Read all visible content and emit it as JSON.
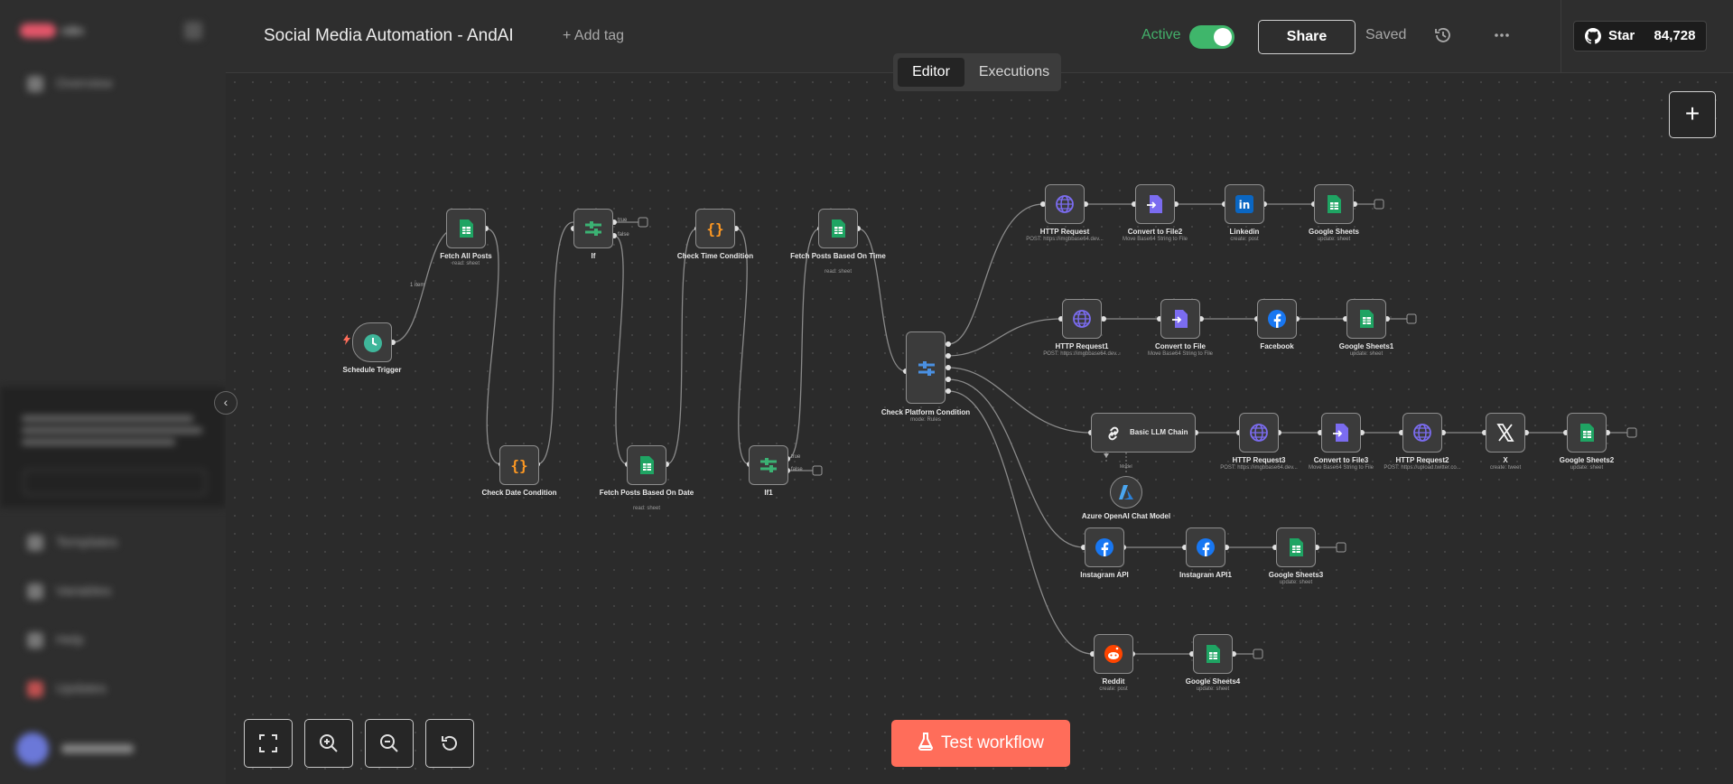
{
  "header": {
    "workflow_title": "Social Media Automation - AndAI",
    "add_tag": "+ Add tag",
    "active_label": "Active",
    "active": true,
    "share_label": "Share",
    "saved_label": "Saved",
    "github_star": "Star",
    "github_count": "84,728"
  },
  "tabs": {
    "editor": "Editor",
    "executions": "Executions",
    "selected": "Editor"
  },
  "edge_labels": {
    "one_item": "1 item",
    "true": "true",
    "false": "false",
    "model": "Model"
  },
  "nodes": {
    "schedule_trigger": {
      "label": "Schedule Trigger"
    },
    "fetch_all_posts": {
      "label": "Fetch All Posts",
      "sub": "read: sheet"
    },
    "check_date_condition": {
      "label": "Check Date Condition"
    },
    "if": {
      "label": "If"
    },
    "fetch_posts_date": {
      "label": "Fetch Posts Based On Date",
      "sub": "read: sheet"
    },
    "check_time_condition": {
      "label": "Check Time Condition"
    },
    "if1": {
      "label": "If1"
    },
    "fetch_posts_time": {
      "label": "Fetch Posts Based On Time",
      "sub": "read: sheet"
    },
    "check_platform": {
      "label": "Check Platform Condition",
      "sub": "mode: Rules"
    },
    "http_request": {
      "label": "HTTP Request",
      "sub": "POST: https://imgbbase64.dev..."
    },
    "convert_file2": {
      "label": "Convert to File2",
      "sub": "Move Base64 String to File"
    },
    "linkedin": {
      "label": "Linkedin",
      "sub": "create: post"
    },
    "google_sheets": {
      "label": "Google Sheets",
      "sub": "update: sheet"
    },
    "http_request1": {
      "label": "HTTP Request1",
      "sub": "POST: https://imgbbase64.dev..."
    },
    "convert_file": {
      "label": "Convert to File",
      "sub": "Move Base64 String to File"
    },
    "facebook": {
      "label": "Facebook"
    },
    "google_sheets1": {
      "label": "Google Sheets1",
      "sub": "update: sheet"
    },
    "basic_llm_chain": {
      "label": "Basic LLM Chain"
    },
    "http_request3": {
      "label": "HTTP Request3",
      "sub": "POST: https://imgbbase64.dev..."
    },
    "convert_file3": {
      "label": "Convert to File3",
      "sub": "Move Base64 String to File"
    },
    "http_request2": {
      "label": "HTTP Request2",
      "sub": "POST: https://upload.twitter.co..."
    },
    "x": {
      "label": "X",
      "sub": "create: tweet"
    },
    "google_sheets2": {
      "label": "Google Sheets2",
      "sub": "update: sheet"
    },
    "azure_openai": {
      "label": "Azure OpenAI Chat Model"
    },
    "instagram_api": {
      "label": "Instagram API"
    },
    "instagram_api1": {
      "label": "Instagram API1"
    },
    "google_sheets3": {
      "label": "Google Sheets3",
      "sub": "update: sheet"
    },
    "reddit": {
      "label": "Reddit",
      "sub": "create: post"
    },
    "google_sheets4": {
      "label": "Google Sheets4",
      "sub": "update: sheet"
    }
  },
  "controls": {
    "test_workflow": "Test workflow"
  },
  "colors": {
    "accent": "#ff6d5a",
    "active_green": "#43b06a",
    "sheets_green": "#1fa463",
    "code_orange": "#ff9922",
    "if_green": "#3bb273",
    "http_purple": "#7b6cf0",
    "linkedin_blue": "#0a66c2",
    "facebook_blue": "#1877f2",
    "reddit_orange": "#ff4500"
  }
}
